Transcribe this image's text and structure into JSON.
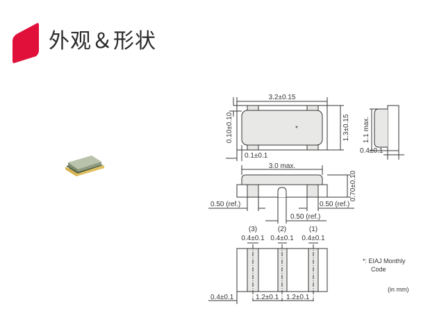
{
  "header": {
    "title": "外观＆形状",
    "accent_color": "#e0103a"
  },
  "product_photo": {
    "alt": "chip component photo",
    "body_color": "#8e9a82",
    "terminal_color": "#d9b24a"
  },
  "drawing": {
    "top_view": {
      "length": "3.2±0.15",
      "width": "1.3±0.15",
      "edge_offset": "0.10±0.10",
      "terminal_gap": "0.1±0.1",
      "marking": "*"
    },
    "side_view_end": {
      "height": "1.1 max.",
      "thickness": "0.4±0.1"
    },
    "front_view": {
      "length_max": "3.0 max.",
      "height": "0.70±0.10",
      "left_ref": "0.50 (ref.)",
      "right_ref": "0.50 (ref.)",
      "center_ref": "0.50 (ref.)"
    },
    "bottom_view": {
      "terminals": [
        {
          "label": "(3)",
          "width": "0.4±0.1"
        },
        {
          "label": "(2)",
          "width": "0.4±0.1"
        },
        {
          "label": "(1)",
          "width": "0.4±0.1"
        }
      ],
      "edge_pitch": "0.4±0.1",
      "pitch_1": "1.2±0.1",
      "pitch_2": "1.2±0.1"
    },
    "notes": {
      "marking_note_line1": "*: EIAJ Monthly",
      "marking_note_line2": "Code",
      "unit": "(in mm)"
    }
  }
}
